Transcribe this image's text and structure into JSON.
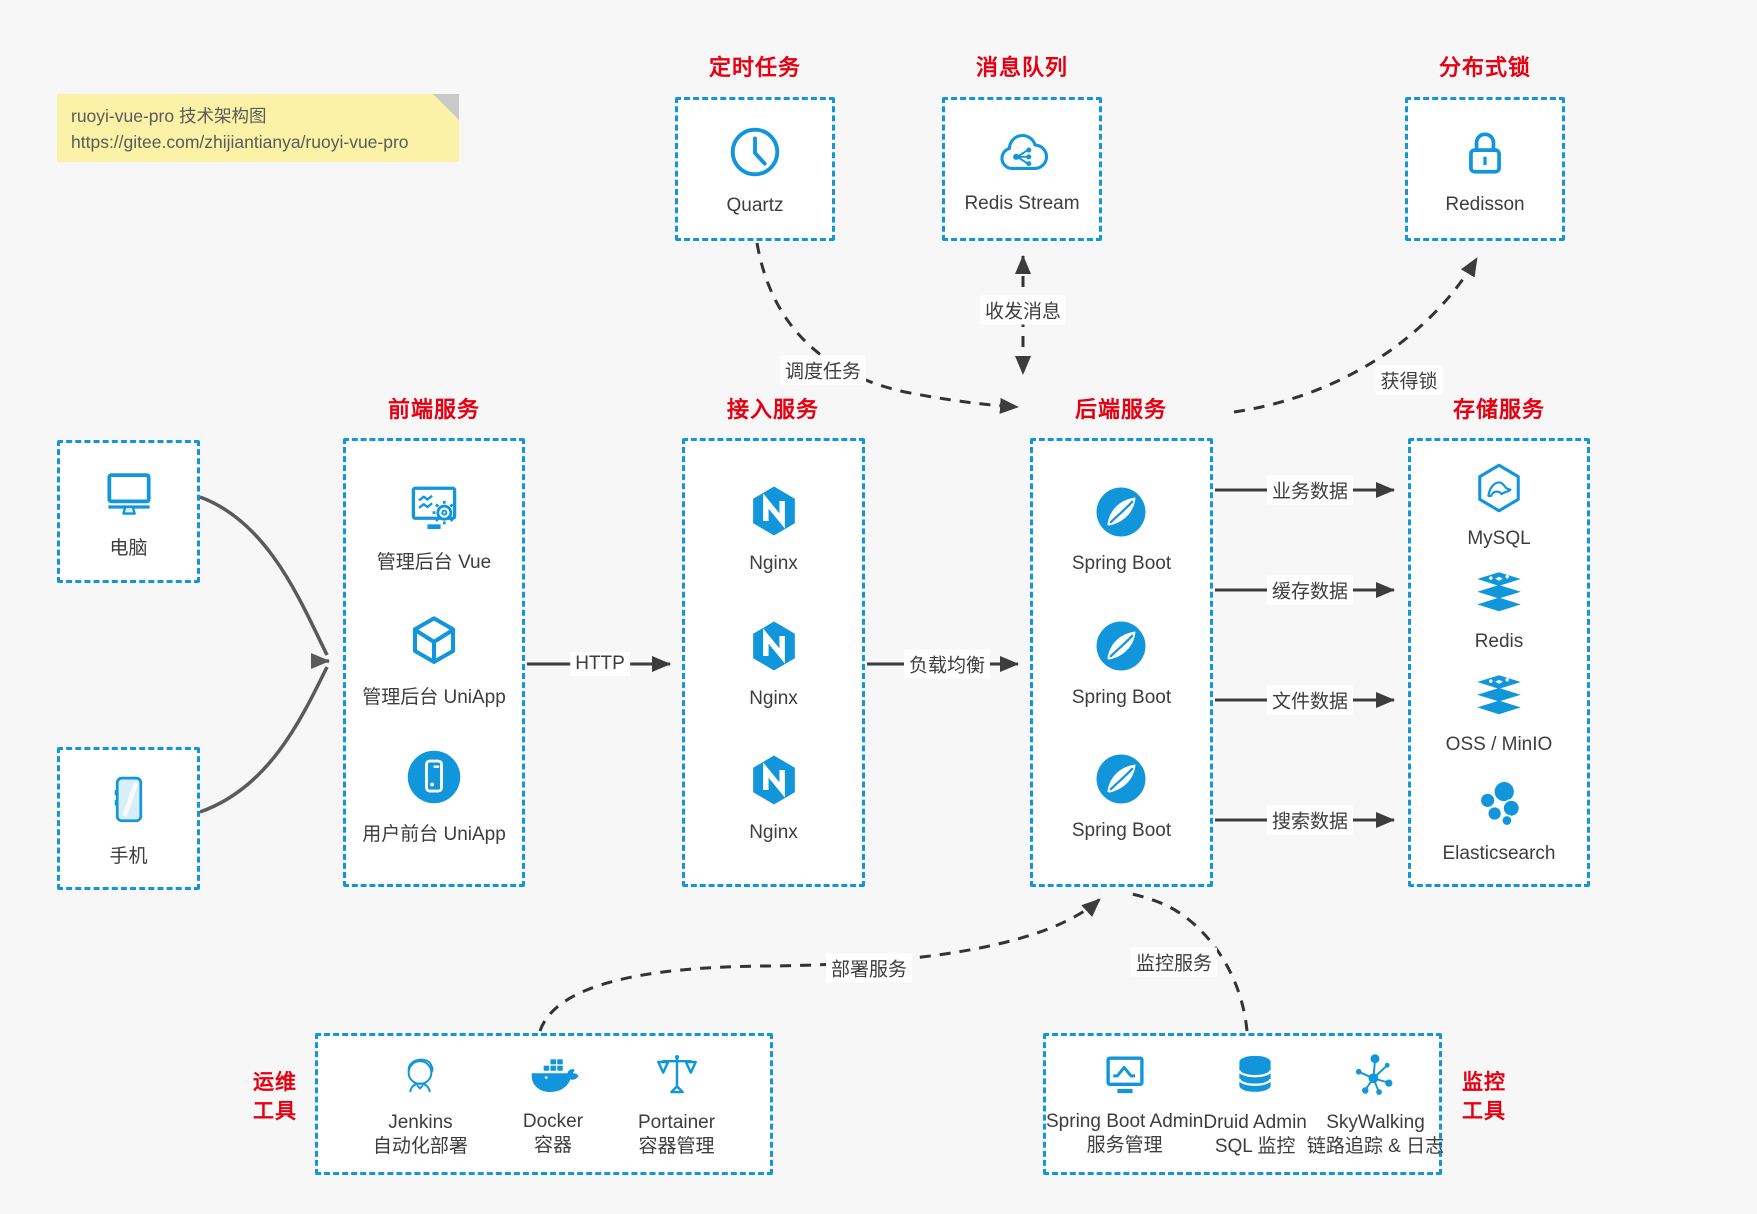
{
  "note": {
    "title": "ruoyi-vue-pro 技术架构图",
    "url": "https://gitee.com/zhijiantianya/ruoyi-vue-pro"
  },
  "top_services": [
    {
      "title": "定时任务",
      "label": "Quartz",
      "icon": "clock-icon"
    },
    {
      "title": "消息队列",
      "label": "Redis Stream",
      "icon": "cloud-share-icon"
    },
    {
      "title": "分布式锁",
      "label": "Redisson",
      "icon": "lock-icon"
    }
  ],
  "clients": [
    {
      "label": "电脑",
      "icon": "desktop-icon"
    },
    {
      "label": "手机",
      "icon": "mobile-icon"
    }
  ],
  "front_services": {
    "title": "前端服务",
    "items": [
      {
        "label": "管理后台 Vue",
        "icon": "admin-vue-icon"
      },
      {
        "label": "管理后台 UniApp",
        "icon": "cube-icon"
      },
      {
        "label": "用户前台 UniApp",
        "icon": "phone-app-icon"
      }
    ]
  },
  "gateway_services": {
    "title": "接入服务",
    "items": [
      {
        "label": "Nginx",
        "icon": "nginx-icon"
      },
      {
        "label": "Nginx",
        "icon": "nginx-icon"
      },
      {
        "label": "Nginx",
        "icon": "nginx-icon"
      }
    ]
  },
  "backend_services": {
    "title": "后端服务",
    "items": [
      {
        "label": "Spring Boot",
        "icon": "spring-icon"
      },
      {
        "label": "Spring Boot",
        "icon": "spring-icon"
      },
      {
        "label": "Spring Boot",
        "icon": "spring-icon"
      }
    ]
  },
  "storage_services": {
    "title": "存储服务",
    "items": [
      {
        "label": "MySQL",
        "icon": "mysql-icon"
      },
      {
        "label": "Redis",
        "icon": "redis-stack-icon"
      },
      {
        "label": "OSS / MinIO",
        "icon": "storage-stack-icon"
      },
      {
        "label": "Elasticsearch",
        "icon": "elasticsearch-icon"
      }
    ]
  },
  "ops_tools": {
    "title_line1": "运维",
    "title_line2": "工具",
    "items": [
      {
        "label": "Jenkins",
        "sub": "自动化部署",
        "icon": "jenkins-icon"
      },
      {
        "label": "Docker",
        "sub": "容器",
        "icon": "docker-icon"
      },
      {
        "label": "Portainer",
        "sub": "容器管理",
        "icon": "portainer-icon"
      }
    ]
  },
  "monitor_tools": {
    "title_line1": "监控",
    "title_line2": "工具",
    "items": [
      {
        "label": "Spring Boot Admin",
        "sub": "服务管理",
        "icon": "sba-icon"
      },
      {
        "label": "Druid Admin",
        "sub": "SQL 监控",
        "icon": "druid-icon"
      },
      {
        "label": "SkyWalking",
        "sub": "链路追踪 & 日志",
        "icon": "skywalking-icon"
      }
    ]
  },
  "edges": {
    "http": "HTTP",
    "load_balance": "负载均衡",
    "schedule_task": "调度任务",
    "send_receive_message": "收发消息",
    "acquire_lock": "获得锁",
    "business_data": "业务数据",
    "cache_data": "缓存数据",
    "file_data": "文件数据",
    "search_data": "搜索数据",
    "deploy_service": "部署服务",
    "monitor_service": "监控服务"
  },
  "colors": {
    "accent_blue": "#1296db",
    "title_red": "#e60012",
    "note_bg": "#fbf2a7",
    "background": "#f7f7f7",
    "arrow_dark": "#3c3c3c"
  }
}
